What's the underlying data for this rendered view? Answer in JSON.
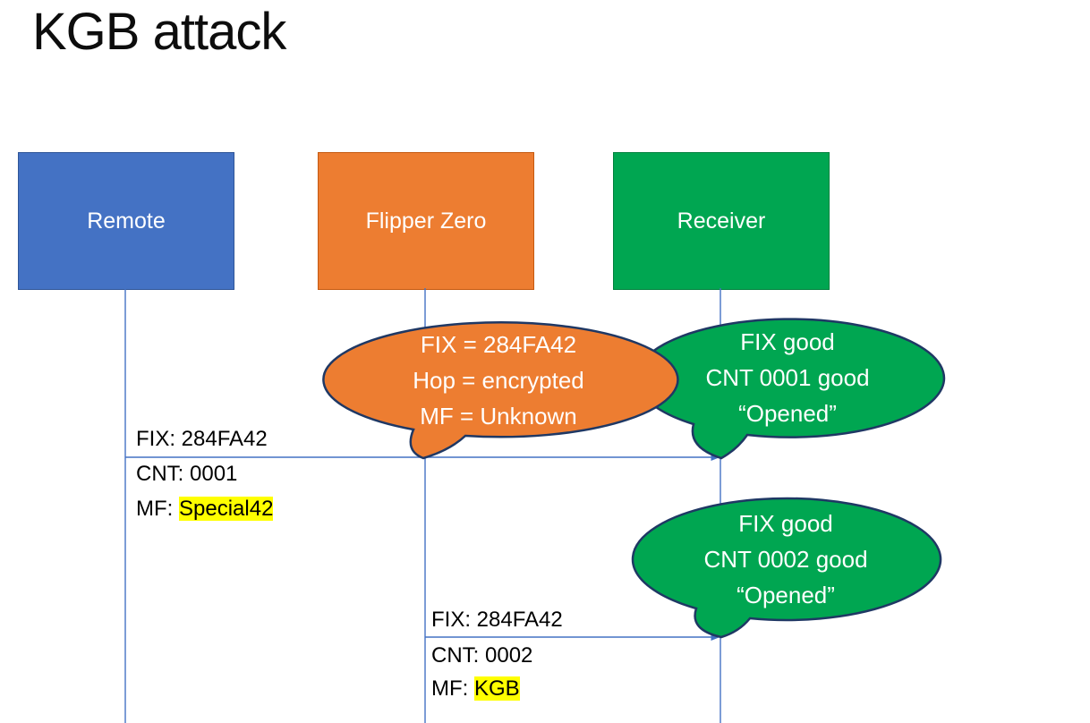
{
  "title": "KGB attack",
  "actors": [
    {
      "id": "remote",
      "label": "Remote",
      "color": "#4472C4"
    },
    {
      "id": "flipper-zero",
      "label": "Flipper Zero",
      "color": "#ED7D31"
    },
    {
      "id": "receiver",
      "label": "Receiver",
      "color": "#00A651"
    }
  ],
  "bubbles": {
    "flipper_analysis": {
      "lines": [
        "FIX = 284FA42",
        "Hop = encrypted",
        "MF = Unknown"
      ],
      "color": "#ED7D31"
    },
    "receiver_open1": {
      "lines": [
        "FIX good",
        "CNT 0001 good",
        "“Opened”"
      ],
      "color": "#00A651"
    },
    "receiver_open2": {
      "lines": [
        "FIX good",
        "CNT 0002 good",
        "“Opened”"
      ],
      "color": "#00A651"
    }
  },
  "messages": {
    "msg1": {
      "from": "Remote",
      "to": "Receiver",
      "fix": "FIX: 284FA42",
      "cnt": "CNT: 0001",
      "mf_prefix": "MF: ",
      "mf_value": "Special42"
    },
    "msg2": {
      "from": "Flipper Zero",
      "to": "Receiver",
      "fix": "FIX: 284FA42",
      "cnt": "CNT: 0002",
      "mf_prefix": "MF: ",
      "mf_value": "KGB"
    }
  },
  "colors": {
    "blue": "#4472C4",
    "orange": "#ED7D31",
    "green": "#00A651",
    "bubble_outline": "#1F3864",
    "line": "#4472C4",
    "highlight": "#FFFF00"
  }
}
